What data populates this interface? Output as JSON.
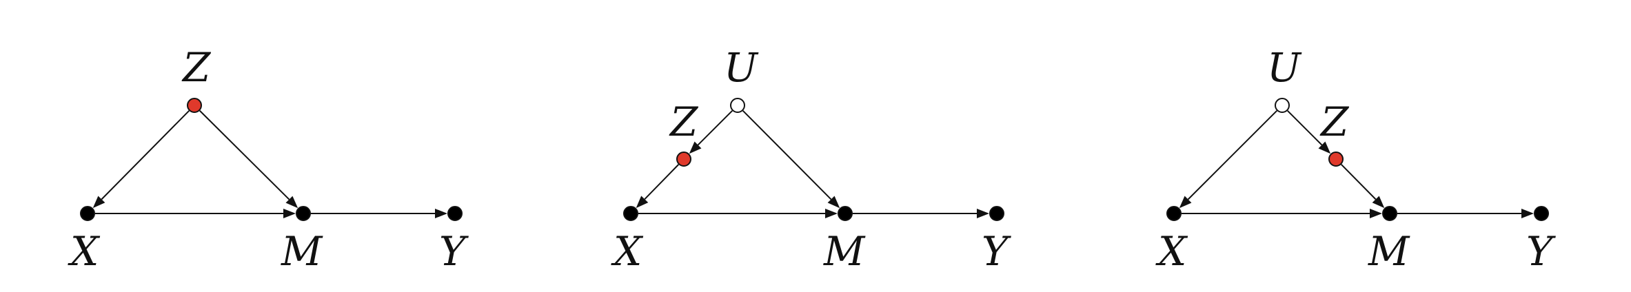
{
  "colors": {
    "observed": "#000000",
    "unobserved": "#ffffff",
    "highlight": "#e0392b"
  },
  "diagrams": [
    {
      "name": "diagram-1",
      "nodes": [
        {
          "id": "Z",
          "label": "Z",
          "kind": "highlight"
        },
        {
          "id": "X",
          "label": "X",
          "kind": "observed"
        },
        {
          "id": "M",
          "label": "M",
          "kind": "observed"
        },
        {
          "id": "Y",
          "label": "Y",
          "kind": "observed"
        }
      ],
      "edges": [
        {
          "from": "Z",
          "to": "X"
        },
        {
          "from": "Z",
          "to": "M"
        },
        {
          "from": "X",
          "to": "M"
        },
        {
          "from": "M",
          "to": "Y"
        }
      ]
    },
    {
      "name": "diagram-2",
      "nodes": [
        {
          "id": "U",
          "label": "U",
          "kind": "unobserved"
        },
        {
          "id": "Z",
          "label": "Z",
          "kind": "highlight"
        },
        {
          "id": "X",
          "label": "X",
          "kind": "observed"
        },
        {
          "id": "M",
          "label": "M",
          "kind": "observed"
        },
        {
          "id": "Y",
          "label": "Y",
          "kind": "observed"
        }
      ],
      "edges": [
        {
          "from": "U",
          "to": "Z"
        },
        {
          "from": "Z",
          "to": "X"
        },
        {
          "from": "U",
          "to": "M"
        },
        {
          "from": "X",
          "to": "M"
        },
        {
          "from": "M",
          "to": "Y"
        }
      ]
    },
    {
      "name": "diagram-3",
      "nodes": [
        {
          "id": "U",
          "label": "U",
          "kind": "unobserved"
        },
        {
          "id": "Z",
          "label": "Z",
          "kind": "highlight"
        },
        {
          "id": "X",
          "label": "X",
          "kind": "observed"
        },
        {
          "id": "M",
          "label": "M",
          "kind": "observed"
        },
        {
          "id": "Y",
          "label": "Y",
          "kind": "observed"
        }
      ],
      "edges": [
        {
          "from": "U",
          "to": "X"
        },
        {
          "from": "U",
          "to": "Z"
        },
        {
          "from": "Z",
          "to": "M"
        },
        {
          "from": "X",
          "to": "M"
        },
        {
          "from": "M",
          "to": "Y"
        }
      ]
    }
  ]
}
